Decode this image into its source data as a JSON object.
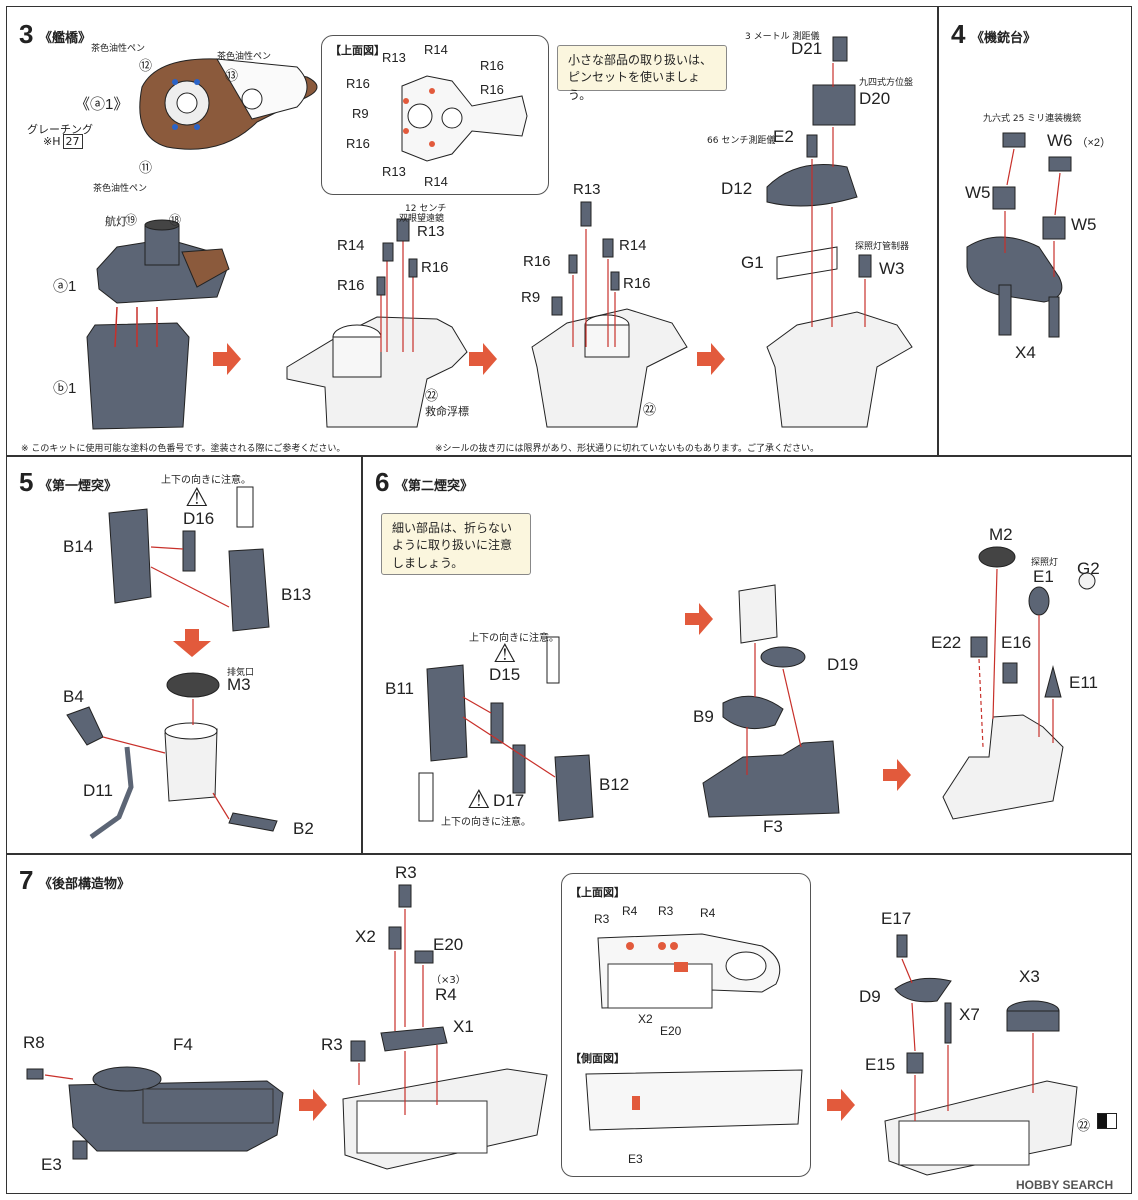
{
  "colors": {
    "part": "#5c6575",
    "light": "#f2f2f2",
    "arrow": "#c8302a",
    "accent": "#e25a3c",
    "wood": "#8b5a3c",
    "bubble": "#fbf6de"
  },
  "step3": {
    "num": "3",
    "title": "《艦橋》",
    "paint_pen": "茶色油性ペン",
    "circ12": "⑫",
    "circ13": "⑬",
    "circ11": "⑪",
    "a1_big": "《ⓐ1》",
    "grating": "グレーチング",
    "grating_ref": "※H",
    "grating_ref_box": "27",
    "navlight": "航灯",
    "circ19": "⑲",
    "circ18": "⑱",
    "a1": "ⓐ1",
    "b1": "ⓑ1",
    "inset_title": "【上面図】",
    "inset_labels": {
      "r13a": "R13",
      "r14a": "R14",
      "r16a": "R16",
      "r16b": "R16",
      "r9": "R9",
      "r16c": "R16",
      "r16d": "R16",
      "r13b": "R13",
      "r14b": "R14"
    },
    "scope_note1": "12 センチ",
    "scope_note2": "双眼望遠鏡",
    "s2": {
      "r13": "R13",
      "r14": "R14",
      "r16a": "R16",
      "r16b": "R16"
    },
    "lifebuoy_circ": "㉒",
    "lifebuoy": "救命浮標",
    "s3": {
      "r13": "R13",
      "r16a": "R16",
      "r14": "R14",
      "r9": "R9",
      "r16b": "R16",
      "circ22": "㉒"
    },
    "tip_bubble": [
      "小さな部品の取り扱いは、",
      "ピンセットを使いましょう。"
    ],
    "rangefinder3m": "3 メートル 測距儀",
    "d21": "D21",
    "dir94": "九四式方位盤",
    "d20": "D20",
    "rangefinder66": "66 センチ測距儀",
    "e2": "E2",
    "d12": "D12",
    "g1": "G1",
    "searchlight_ctrl": "探照灯管制器",
    "w3": "W3",
    "footnote_left": "※ このキットに使用可能な塗料の色番号です。塗装される際にご参考ください。",
    "footnote_right": "※シールの抜き刃には限界があり、形状通りに切れていないものもあります。ご了承ください。"
  },
  "step4": {
    "num": "4",
    "title": "《機銃台》",
    "mg_note": "九六式 25 ミリ連装機銃",
    "w6": "W6",
    "w6_qty": "（×2）",
    "w5a": "W5",
    "w5b": "W5",
    "x4": "X4"
  },
  "step5": {
    "num": "5",
    "title": "《第一煙突》",
    "orient_note": "上下の向きに注意。",
    "d16": "D16",
    "b14": "B14",
    "b13": "B13",
    "exhaust": "排気口",
    "m3": "M3",
    "b4": "B4",
    "d11": "D11",
    "b2": "B2"
  },
  "step6": {
    "num": "6",
    "title": "《第二煙突》",
    "tip_bubble": [
      "細い部品は、折らない",
      "ように取り扱いに注意",
      "しましょう。"
    ],
    "orient_note1": "上下の向きに注意。",
    "d15": "D15",
    "b11": "B11",
    "b12": "B12",
    "d17": "D17",
    "orient_note2": "上下の向きに注意。",
    "d19": "D19",
    "b9": "B9",
    "f3": "F3",
    "m2": "M2",
    "searchlight": "探照灯",
    "e1": "E1",
    "g2": "G2",
    "e22": "E22",
    "e16": "E16",
    "e11": "E11"
  },
  "step7": {
    "num": "7",
    "title": "《後部構造物》",
    "r8": "R8",
    "f4": "F4",
    "e3": "E3",
    "r3_top": "R3",
    "x2": "X2",
    "e20": "E20",
    "qty3": "（×3）",
    "r4": "R4",
    "x1": "X1",
    "r3_left": "R3",
    "inset_top_title": "【上面図】",
    "inset_top": {
      "r3a": "R3",
      "r4a": "R4",
      "r3b": "R3",
      "r4b": "R4",
      "x2": "X2",
      "e20": "E20"
    },
    "inset_side_title": "【側面図】",
    "inset_side_e3": "E3",
    "e17": "E17",
    "d9": "D9",
    "x7": "X7",
    "x3": "X3",
    "e15": "E15",
    "circ22": "㉒"
  },
  "watermark": "HOBBY SEARCH"
}
